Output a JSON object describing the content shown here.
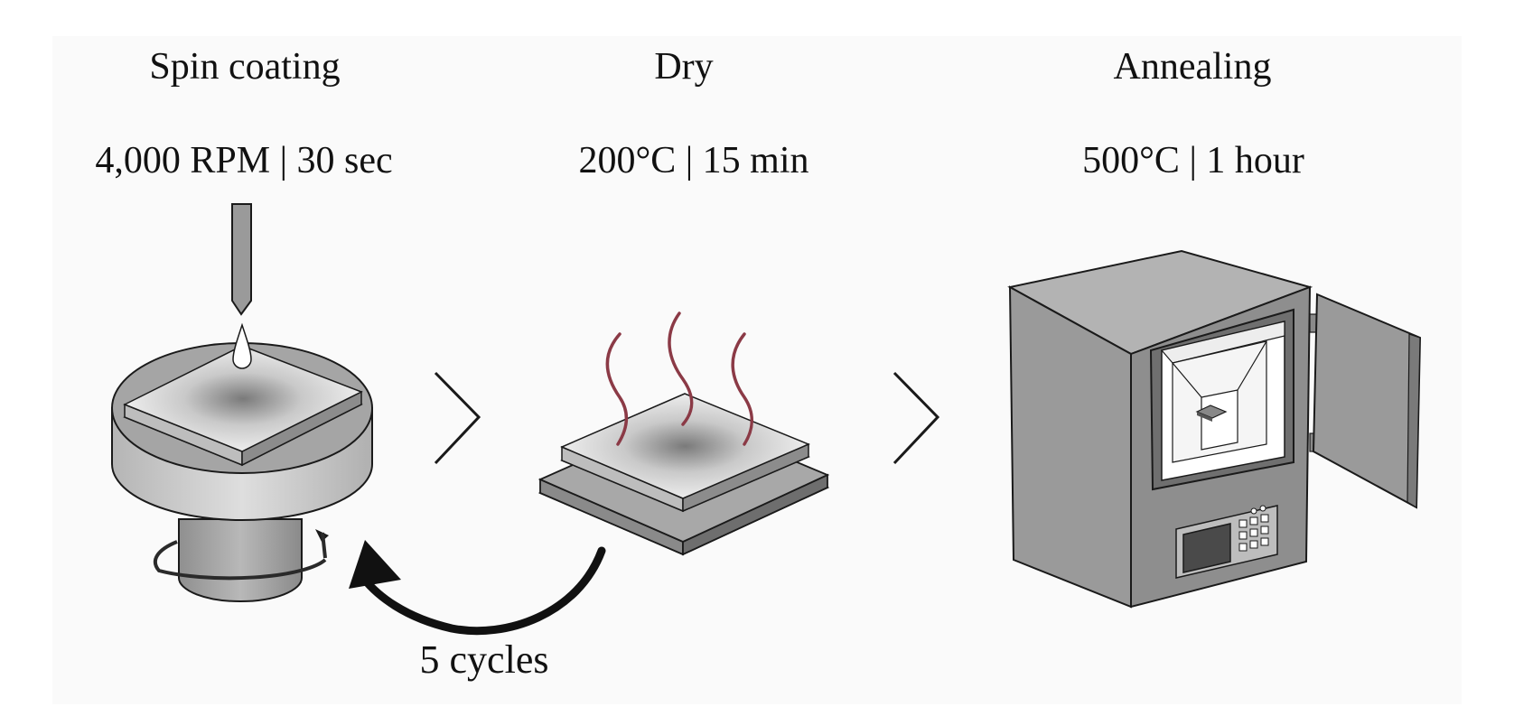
{
  "steps": [
    {
      "title": "Spin coating",
      "params": "4,000 RPM | 30 sec",
      "icon": "spin-coater-icon"
    },
    {
      "title": "Dry",
      "params": "200°C | 15 min",
      "icon": "hotplate-icon"
    },
    {
      "title": "Annealing",
      "params": "500°C | 1 hour",
      "icon": "furnace-icon"
    }
  ],
  "loop": {
    "label": "5 cycles",
    "icon": "curved-arrow-icon"
  },
  "connectors": [
    "chevron-right-icon",
    "chevron-right-icon"
  ],
  "colors": {
    "outline": "#1a1a1a",
    "metal_light": "#d4d4d4",
    "metal_mid": "#a9a9a9",
    "metal_dark": "#8a8a8a",
    "heat_waves": "#8b3a46",
    "furnace_body": "#9a9a9a"
  }
}
